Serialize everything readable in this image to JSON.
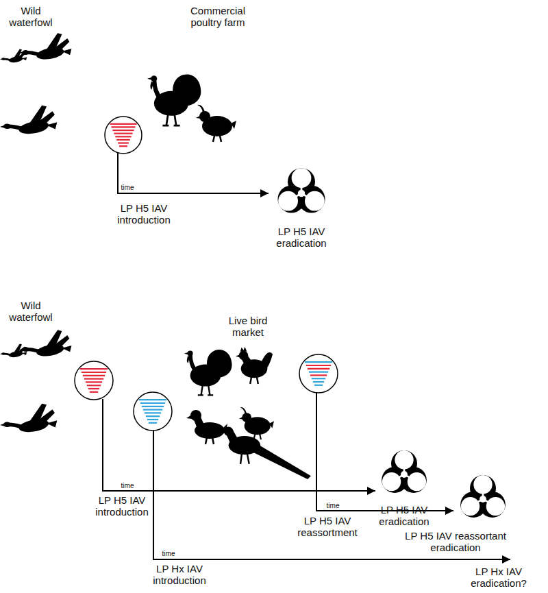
{
  "diagram": {
    "labels": [
      "Wild waterfowl",
      "Commercial poultry farm",
      "time",
      "LP H5 IAV introduction",
      "LP H5 IAV eradication",
      "Wild waterfowl",
      "Live bird market",
      "time",
      "LP H5 IAV introduction",
      "LP H5 IAV eradication",
      "time",
      "LP H5 IAV reassortment",
      "LP H5 IAV reassortant eradication",
      "time",
      "LP Hx IAV introduction",
      "LP Hx IAV eradication?"
    ]
  }
}
